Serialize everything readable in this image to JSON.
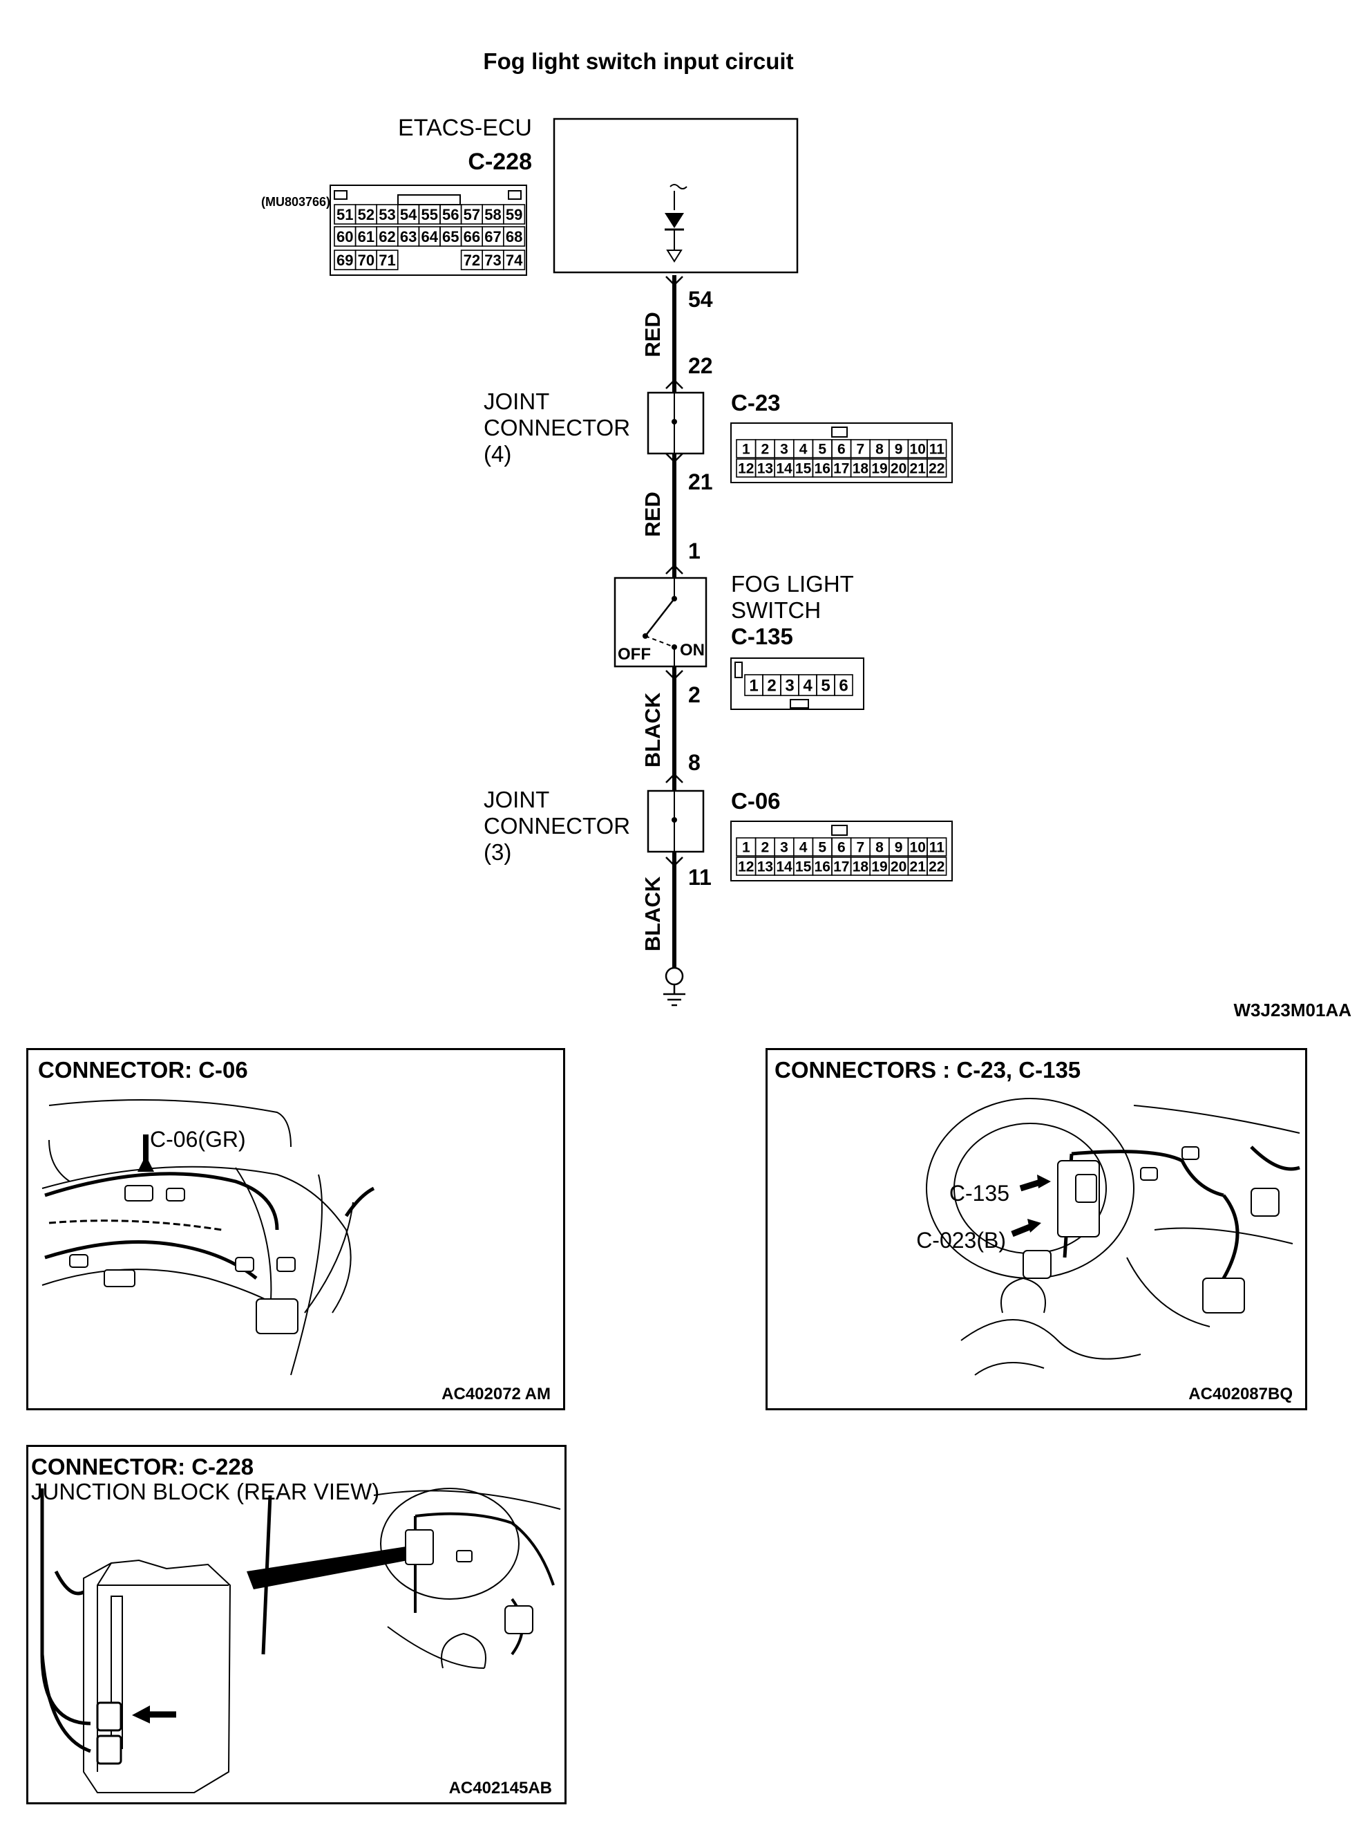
{
  "title": "Fog light switch input circuit",
  "figure_code": "W3J23M01AA",
  "ecu": {
    "name": "ETACS-ECU",
    "connector": "C-228",
    "part_no": "(MU803766)",
    "pins_row1": [
      "51",
      "52",
      "53",
      "54",
      "55",
      "56",
      "57",
      "58",
      "59"
    ],
    "pins_row2": [
      "60",
      "61",
      "62",
      "63",
      "64",
      "65",
      "66",
      "67",
      "68"
    ],
    "pins_row3": [
      "69",
      "70",
      "71",
      "72",
      "73",
      "74"
    ]
  },
  "wires": {
    "red": "RED",
    "black": "BLACK",
    "pin_54": "54",
    "pin_22": "22",
    "pin_21": "21",
    "pin_1": "1",
    "pin_2": "2",
    "pin_8": "8",
    "pin_11": "11"
  },
  "joint4": {
    "line1": "JOINT",
    "line2": "CONNECTOR",
    "line3": "(4)",
    "connector": "C-23"
  },
  "joint3": {
    "line1": "JOINT",
    "line2": "CONNECTOR",
    "line3": "(3)",
    "connector": "C-06"
  },
  "joint_pins_row1": [
    "1",
    "2",
    "3",
    "4",
    "5",
    "6",
    "7",
    "8",
    "9",
    "10",
    "11"
  ],
  "joint_pins_row2": [
    "12",
    "13",
    "14",
    "15",
    "16",
    "17",
    "18",
    "19",
    "20",
    "21",
    "22"
  ],
  "switch": {
    "line1": "FOG LIGHT",
    "line2": "SWITCH",
    "connector": "C-135",
    "off": "OFF",
    "on": "ON",
    "pins": [
      "1",
      "2",
      "3",
      "4",
      "5",
      "6"
    ]
  },
  "panels": {
    "c06": {
      "title": "CONNECTOR: C-06",
      "callout": "C-06(GR)",
      "code": "AC402072 AM"
    },
    "c23": {
      "title": "CONNECTORS : C-23, C-135",
      "callout1": "C-135",
      "callout2": "C-023(B)",
      "code": "AC402087BQ"
    },
    "c228": {
      "title": "CONNECTOR: C-228",
      "subtitle": "JUNCTION BLOCK (REAR VIEW)",
      "code": "AC402145AB"
    }
  }
}
